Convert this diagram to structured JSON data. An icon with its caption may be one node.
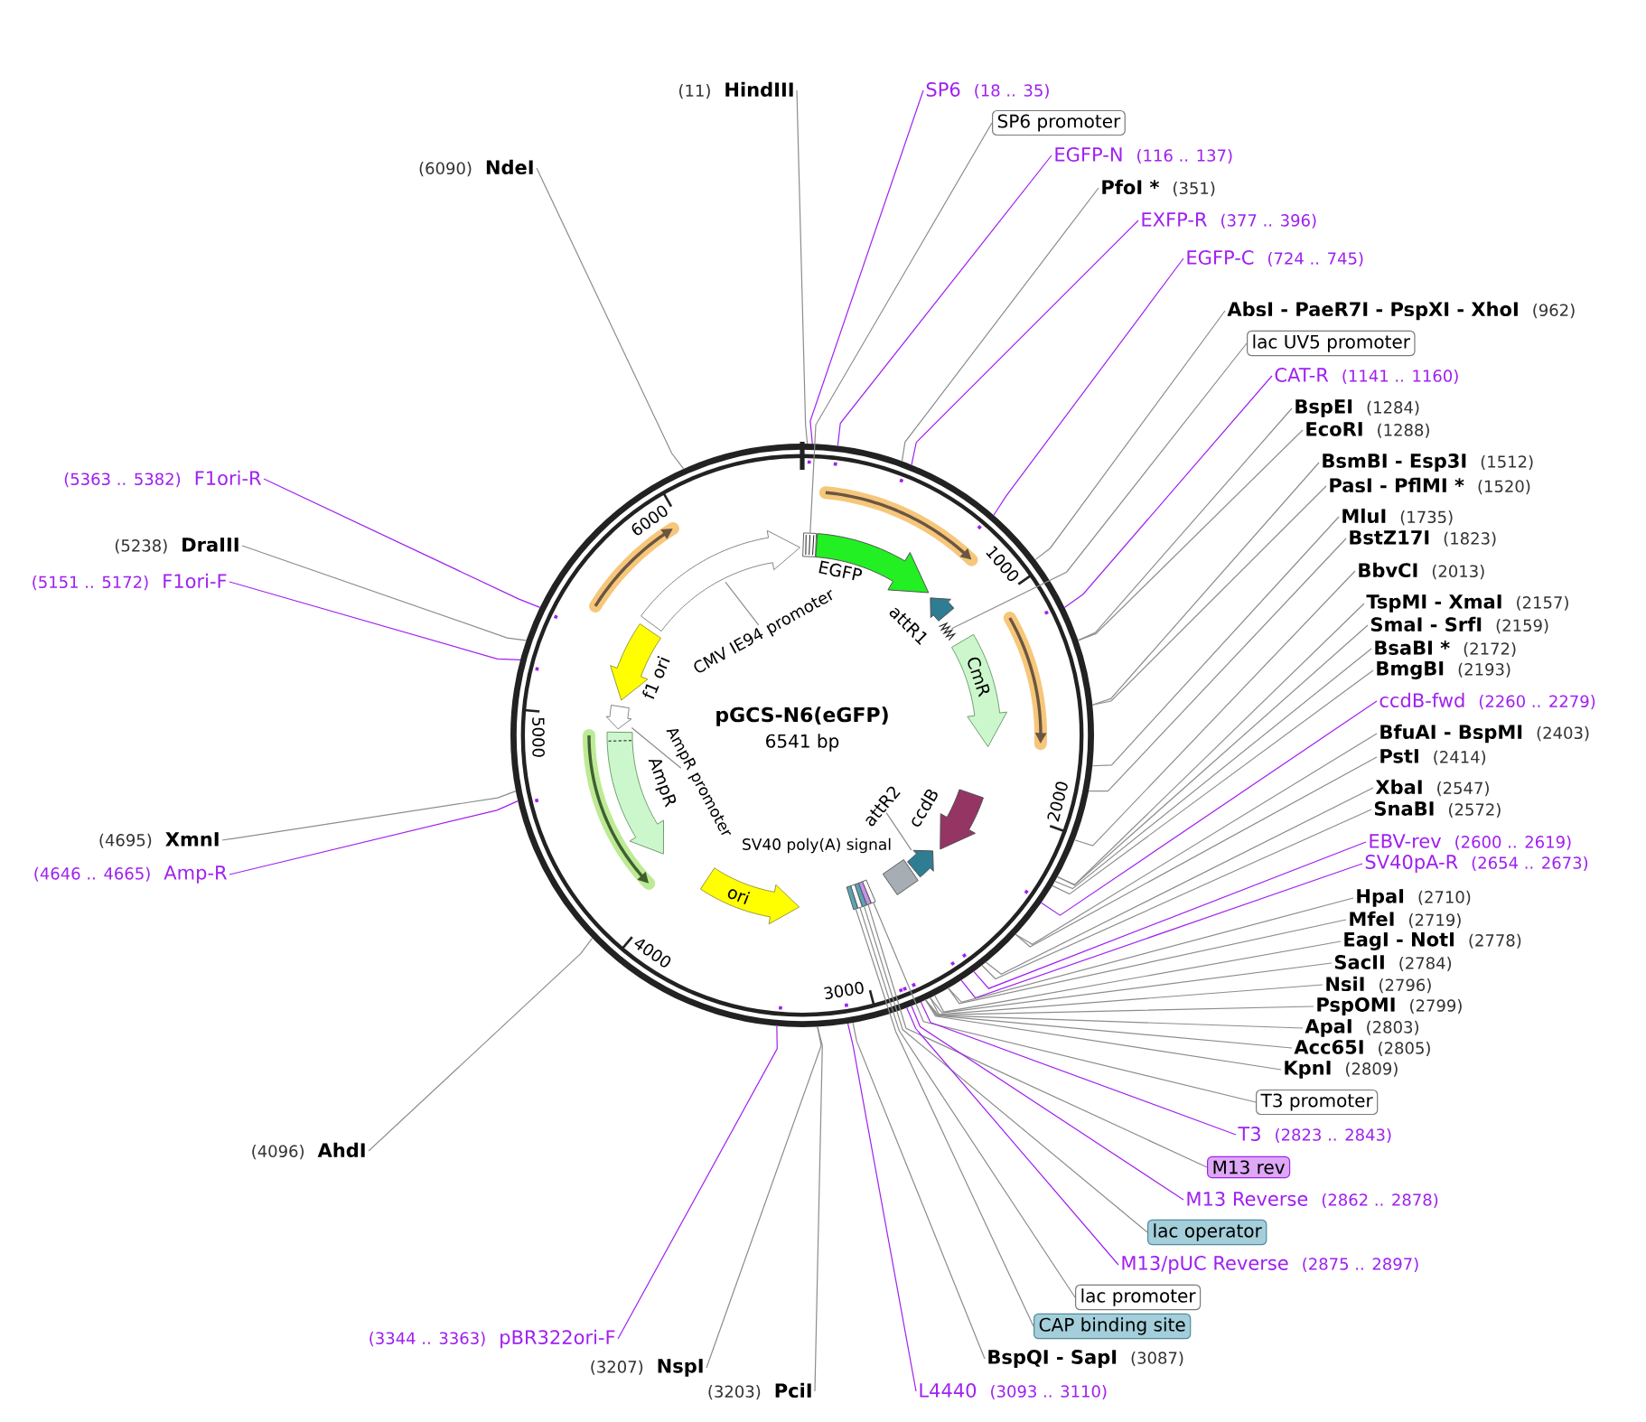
{
  "diagram": {
    "nodes": [
      {
        "text": [
          "(11)",
          "HindIII"
        ]
      },
      {
        "text": [
          "SP6",
          "(18 .. 35)"
        ]
      },
      {
        "text": [
          "SP6 promoter"
        ]
      },
      {
        "text": [
          "EGFP-N",
          "(116 .. 137)"
        ]
      },
      {
        "text": [
          "PfoI *",
          "(351)"
        ]
      },
      {
        "text": [
          "EXFP-R",
          "(377 .. 396)"
        ]
      },
      {
        "text": [
          "EGFP-C",
          "(724 .. 745)"
        ]
      },
      {
        "text": [
          "AbsI - PaeR7I - PspXI - XhoI",
          "(962)"
        ]
      },
      {
        "text": [
          "lac UV5 promoter"
        ]
      },
      {
        "text": [
          "CAT-R",
          "(1141 .. 1160)"
        ]
      },
      {
        "text": [
          "BspEI",
          "(1284)"
        ]
      },
      {
        "text": [
          "EcoRI",
          "(1288)"
        ]
      },
      {
        "text": [
          "BsmBI - Esp3I",
          "(1512)"
        ]
      },
      {
        "text": [
          "PasI - PflMI *",
          "(1520)"
        ]
      },
      {
        "text": [
          "MluI",
          "(1735)"
        ]
      },
      {
        "text": [
          "BstZ17I",
          "(1823)"
        ]
      },
      {
        "text": [
          "BbvCI",
          "(2013)"
        ]
      },
      {
        "text": [
          "TspMI - XmaI",
          "(2157)"
        ]
      },
      {
        "text": [
          "SmaI - SrfI",
          "(2159)"
        ]
      },
      {
        "text": [
          "BsaBI *",
          "(2172)"
        ]
      },
      {
        "text": [
          "BmgBI",
          "(2193)"
        ]
      },
      {
        "text": [
          "ccdB-fwd",
          "(2260 .. 2279)"
        ]
      },
      {
        "text": [
          "BfuAI - BspMI",
          "(2403)"
        ]
      },
      {
        "text": [
          "PstI",
          "(2414)"
        ]
      },
      {
        "text": [
          "XbaI",
          "(2547)"
        ]
      },
      {
        "text": [
          "SnaBI",
          "(2572)"
        ]
      },
      {
        "text": [
          "EBV-rev",
          "(2600 .. 2619)"
        ]
      },
      {
        "text": [
          "SV40pA-R",
          "(2654 .. 2673)"
        ]
      },
      {
        "text": [
          "HpaI",
          "(2710)"
        ]
      },
      {
        "text": [
          "MfeI",
          "(2719)"
        ]
      },
      {
        "text": [
          "EagI - NotI",
          "(2778)"
        ]
      },
      {
        "text": [
          "SacII",
          "(2784)"
        ]
      },
      {
        "text": [
          "NsiI",
          "(2796)"
        ]
      },
      {
        "text": [
          "PspOMI",
          "(2799)"
        ]
      },
      {
        "text": [
          "ApaI",
          "(2803)"
        ]
      },
      {
        "text": [
          "Acc65I",
          "(2805)"
        ]
      },
      {
        "text": [
          "KpnI",
          "(2809)"
        ]
      },
      {
        "text": [
          "T3 promoter"
        ]
      },
      {
        "text": [
          "T3",
          "(2823 .. 2843)"
        ]
      },
      {
        "text": [
          "M13 rev"
        ]
      },
      {
        "text": [
          "M13 Reverse",
          "(2862 .. 2878)"
        ]
      },
      {
        "text": [
          "lac operator"
        ]
      },
      {
        "text": [
          "M13/pUC Reverse",
          "(2875 .. 2897)"
        ]
      },
      {
        "text": [
          "lac promoter"
        ]
      },
      {
        "text": [
          "CAP binding site"
        ]
      },
      {
        "text": [
          "BspQI - SapI",
          "(3087)"
        ]
      },
      {
        "text": [
          "L4440",
          "(3093 .. 3110)"
        ]
      },
      {
        "text": [
          "(3203)",
          "PciI"
        ]
      },
      {
        "text": [
          "(3207)",
          "NspI"
        ]
      },
      {
        "text": [
          "(3344 .. 3363)",
          "pBR322ori-F"
        ]
      },
      {
        "text": [
          "(4096)",
          "AhdI"
        ]
      },
      {
        "text": [
          "(4646 .. 4665)",
          "Amp-R"
        ]
      },
      {
        "text": [
          "(4695)",
          "XmnI"
        ]
      },
      {
        "text": [
          "(5151 .. 5172)",
          "F1ori-F"
        ]
      },
      {
        "text": [
          "(5238)",
          "DraIII"
        ]
      },
      {
        "text": [
          "(5363 .. 5382)",
          "F1ori-R"
        ]
      },
      {
        "text": [
          "(6090)",
          "NdeI"
        ]
      },
      {
        "text": [
          "pGCS-N6(eGFP)",
          "6541 bp"
        ]
      },
      {
        "text": [],
        "shape": "box",
        "in": 57
      },
      {
        "text": [
          "EGFP"
        ],
        "in": 57
      },
      {
        "text": [
          "attR1"
        ],
        "in": 57
      },
      {
        "text": [],
        "shape": "zigzag",
        "in": 57
      },
      {
        "text": [
          "CmR"
        ],
        "in": 57
      },
      {
        "text": [
          "ccdB"
        ],
        "in": 57
      },
      {
        "text": [
          "attR2"
        ],
        "in": 57
      },
      {
        "text": [],
        "shape": "arrow",
        "in": 57
      },
      {
        "text": [
          "SV40 poly(A) signal"
        ],
        "in": 57
      },
      {
        "text": [],
        "shape": "box",
        "in": 57
      },
      {
        "text": [],
        "shape": "box",
        "in": 57
      },
      {
        "text": [],
        "shape": "box",
        "in": 57
      },
      {
        "text": [],
        "shape": "box",
        "in": 57
      },
      {
        "text": [],
        "shape": "box",
        "in": 57
      },
      {
        "text": [
          "ori"
        ],
        "in": 57
      },
      {
        "text": [
          "AmpR"
        ],
        "in": 57
      },
      {
        "text": [
          "AmpR promoter"
        ],
        "in": 57
      },
      {
        "text": [],
        "shape": "arrow",
        "in": 57
      },
      {
        "text": [
          "f1 ori"
        ],
        "in": 57
      },
      {
        "text": [
          "CMV IE94 promoter"
        ],
        "in": 57
      },
      {
        "text": [],
        "shape": "arrow",
        "in": 57
      }
    ],
    "edges": [
      {
        "from": 0,
        "to": 57,
        "arrow": "none"
      },
      {
        "from": 1,
        "to": 57,
        "arrow": "none",
        "color": "#a020f0"
      },
      {
        "from": 2,
        "to": 58,
        "arrow": "none"
      },
      {
        "from": 3,
        "to": 57,
        "arrow": "none",
        "color": "#a020f0"
      },
      {
        "from": 4,
        "to": 57,
        "arrow": "none"
      },
      {
        "from": 5,
        "to": 57,
        "arrow": "none",
        "color": "#a020f0"
      },
      {
        "from": 6,
        "to": 57,
        "arrow": "none",
        "color": "#a020f0"
      },
      {
        "from": 7,
        "to": 57,
        "arrow": "none"
      },
      {
        "from": 8,
        "to": 61,
        "arrow": "none"
      },
      {
        "from": 9,
        "to": 57,
        "arrow": "none",
        "color": "#a020f0"
      },
      {
        "from": 10,
        "to": 57,
        "arrow": "none"
      },
      {
        "from": 11,
        "to": 57,
        "arrow": "none"
      },
      {
        "from": 12,
        "to": 57,
        "arrow": "none"
      },
      {
        "from": 13,
        "to": 57,
        "arrow": "none"
      },
      {
        "from": 14,
        "to": 57,
        "arrow": "none"
      },
      {
        "from": 15,
        "to": 57,
        "arrow": "none"
      },
      {
        "from": 16,
        "to": 57,
        "arrow": "none"
      },
      {
        "from": 17,
        "to": 57,
        "arrow": "none"
      },
      {
        "from": 18,
        "to": 57,
        "arrow": "none"
      },
      {
        "from": 19,
        "to": 57,
        "arrow": "none"
      },
      {
        "from": 20,
        "to": 57,
        "arrow": "none"
      },
      {
        "from": 21,
        "to": 57,
        "arrow": "none",
        "color": "#a020f0"
      },
      {
        "from": 22,
        "to": 57,
        "arrow": "none"
      },
      {
        "from": 23,
        "to": 57,
        "arrow": "none"
      },
      {
        "from": 24,
        "to": 57,
        "arrow": "none"
      },
      {
        "from": 25,
        "to": 57,
        "arrow": "none"
      },
      {
        "from": 26,
        "to": 57,
        "arrow": "none",
        "color": "#a020f0"
      },
      {
        "from": 27,
        "to": 57,
        "arrow": "none",
        "color": "#a020f0"
      },
      {
        "from": 28,
        "to": 57,
        "arrow": "none"
      },
      {
        "from": 29,
        "to": 57,
        "arrow": "none"
      },
      {
        "from": 30,
        "to": 57,
        "arrow": "none"
      },
      {
        "from": 31,
        "to": 57,
        "arrow": "none"
      },
      {
        "from": 32,
        "to": 57,
        "arrow": "none"
      },
      {
        "from": 33,
        "to": 57,
        "arrow": "none"
      },
      {
        "from": 34,
        "to": 57,
        "arrow": "none"
      },
      {
        "from": 35,
        "to": 57,
        "arrow": "none"
      },
      {
        "from": 36,
        "to": 57,
        "arrow": "none"
      },
      {
        "from": 37,
        "to": 67,
        "arrow": "none"
      },
      {
        "from": 38,
        "to": 57,
        "arrow": "none",
        "color": "#a020f0"
      },
      {
        "from": 39,
        "to": 68,
        "arrow": "none"
      },
      {
        "from": 40,
        "to": 57,
        "arrow": "none",
        "color": "#a020f0"
      },
      {
        "from": 41,
        "to": 69,
        "arrow": "none"
      },
      {
        "from": 42,
        "to": 57,
        "arrow": "none",
        "color": "#a020f0"
      },
      {
        "from": 43,
        "to": 70,
        "arrow": "none"
      },
      {
        "from": 44,
        "to": 71,
        "arrow": "none"
      },
      {
        "from": 45,
        "to": 57,
        "arrow": "none"
      },
      {
        "from": 46,
        "to": 57,
        "arrow": "none",
        "color": "#a020f0"
      },
      {
        "from": 47,
        "to": 57,
        "arrow": "none"
      },
      {
        "from": 48,
        "to": 57,
        "arrow": "none"
      },
      {
        "from": 49,
        "to": 57,
        "arrow": "none",
        "color": "#a020f0"
      },
      {
        "from": 50,
        "to": 57,
        "arrow": "none"
      },
      {
        "from": 51,
        "to": 57,
        "arrow": "none",
        "color": "#a020f0"
      },
      {
        "from": 52,
        "to": 57,
        "arrow": "none"
      },
      {
        "from": 53,
        "to": 57,
        "arrow": "none",
        "color": "#a020f0"
      },
      {
        "from": 54,
        "to": 57,
        "arrow": "none"
      },
      {
        "from": 55,
        "to": 57,
        "arrow": "none",
        "color": "#a020f0"
      },
      {
        "from": 56,
        "to": 57,
        "arrow": "none"
      },
      {
        "from": 64,
        "to": 65,
        "arrow": "none"
      },
      {
        "from": 74,
        "to": 75,
        "arrow": "none"
      },
      {
        "from": 77,
        "to": 78,
        "arrow": "none"
      }
    ],
    "labels": [
      "6000",
      "1000",
      "5000",
      "2000",
      "4000",
      "3000"
    ]
  }
}
